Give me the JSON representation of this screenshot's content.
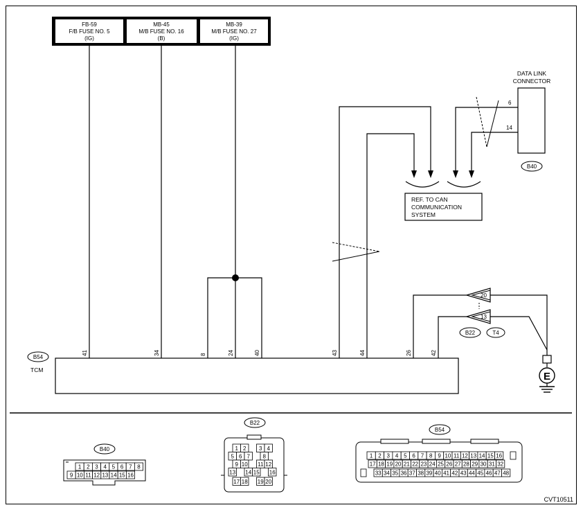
{
  "fuses": [
    {
      "id": "FB-59",
      "line1": "F/B FUSE NO. 5",
      "line2": "(IG)"
    },
    {
      "id": "MB-45",
      "line1": "M/B FUSE NO. 16",
      "line2": "(B)"
    },
    {
      "id": "MB-39",
      "line1": "M/B FUSE NO. 27",
      "line2": "(IG)"
    }
  ],
  "dlc": {
    "line1": "DATA LINK",
    "line2": "CONNECTOR",
    "pin_a": "6",
    "pin_b": "14",
    "ref": "B40"
  },
  "can_ref": {
    "line1": "REF. TO CAN",
    "line2": "COMMUNICATION",
    "line3": "SYSTEM"
  },
  "tcm": {
    "ref": "B54",
    "name": "TCM",
    "pins": [
      "41",
      "34",
      "8",
      "24",
      "40",
      "43",
      "44",
      "26",
      "42"
    ]
  },
  "joint": {
    "pin_a": "20",
    "pin_b": "13",
    "ref_a": "B22",
    "ref_b": "T4"
  },
  "ground_label": "E",
  "connectors": {
    "b40": {
      "label": "B40",
      "row1": [
        "1",
        "2",
        "3",
        "4",
        "5",
        "6",
        "7",
        "8"
      ],
      "row2": [
        "9",
        "10",
        "11",
        "12",
        "13",
        "14",
        "15",
        "16"
      ]
    },
    "b22": {
      "label": "B22",
      "rows": [
        [
          "1",
          "2",
          "",
          "3",
          "4"
        ],
        [
          "5",
          "6",
          "7",
          "",
          "8"
        ],
        [
          "9",
          "10",
          "",
          "11",
          "12"
        ],
        [
          "13",
          "",
          "14",
          "15",
          "",
          "16"
        ],
        [
          "17",
          "18",
          "",
          "19",
          "20"
        ]
      ]
    },
    "b54": {
      "label": "B54",
      "row1": [
        "1",
        "2",
        "3",
        "4",
        "5",
        "6",
        "7",
        "8",
        "9",
        "10",
        "11",
        "12",
        "13",
        "14",
        "15",
        "16"
      ],
      "row2": [
        "17",
        "18",
        "19",
        "20",
        "21",
        "22",
        "23",
        "24",
        "25",
        "26",
        "27",
        "28",
        "29",
        "30",
        "31",
        "32"
      ],
      "row3": [
        "33",
        "34",
        "35",
        "36",
        "37",
        "38",
        "39",
        "40",
        "41",
        "42",
        "43",
        "44",
        "45",
        "46",
        "47",
        "48"
      ]
    }
  },
  "figure_code": "CVT10511"
}
